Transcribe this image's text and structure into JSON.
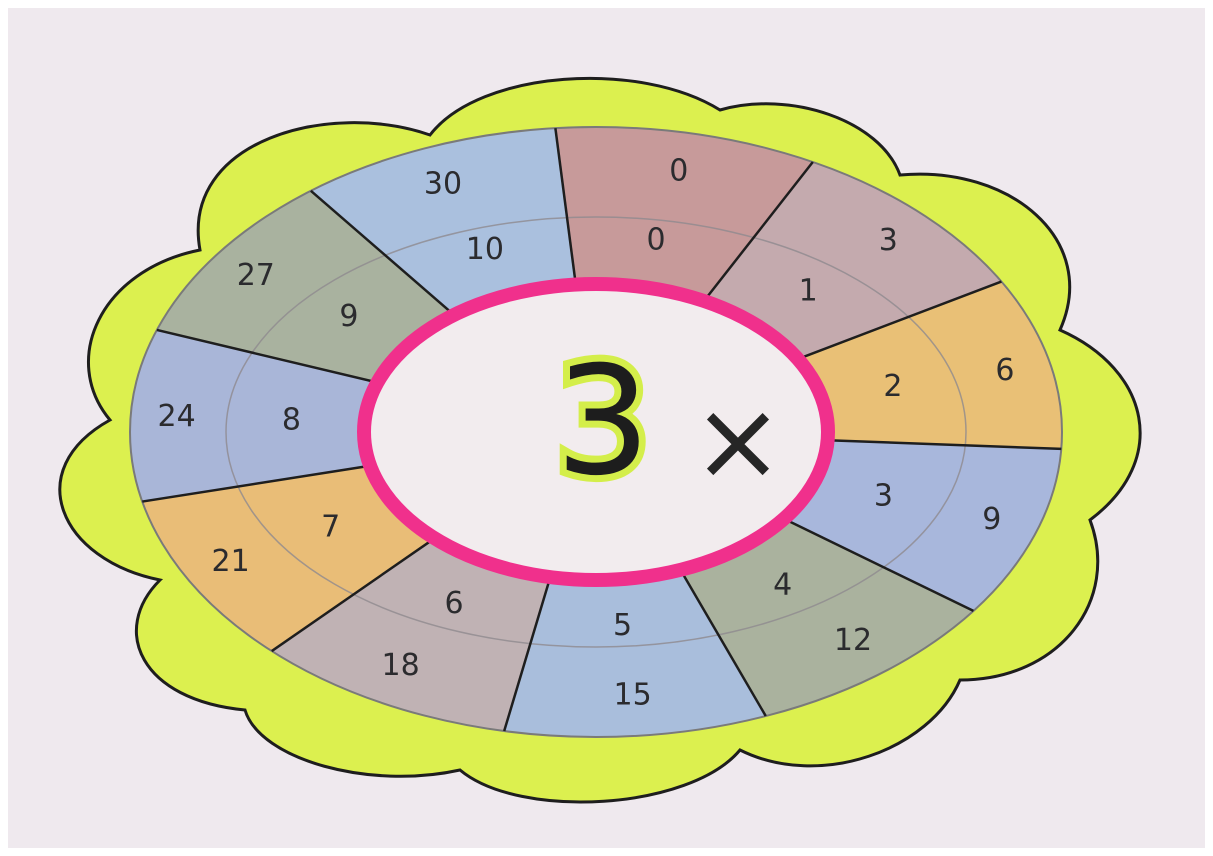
{
  "colors": {
    "paper": "#efe9ee",
    "petal": "#dcf04f",
    "center_ring": "#f0308c",
    "center_fill": "#f2ecee",
    "ink": "#262626"
  },
  "center": {
    "factor": "3",
    "operator": "×"
  },
  "segments": [
    {
      "multiplier": "0",
      "product": "0",
      "color": "#c79a9a"
    },
    {
      "multiplier": "1",
      "product": "3",
      "color": "#c4aaae"
    },
    {
      "multiplier": "2",
      "product": "6",
      "color": "#e9c076"
    },
    {
      "multiplier": "3",
      "product": "9",
      "color": "#a8b7dc"
    },
    {
      "multiplier": "4",
      "product": "12",
      "color": "#aab29e"
    },
    {
      "multiplier": "5",
      "product": "15",
      "color": "#a9bedc"
    },
    {
      "multiplier": "6",
      "product": "18",
      "color": "#c0b2b4"
    },
    {
      "multiplier": "7",
      "product": "21",
      "color": "#e9bd77"
    },
    {
      "multiplier": "8",
      "product": "24",
      "color": "#a9b6d8"
    },
    {
      "multiplier": "9",
      "product": "27",
      "color": "#a9b29f"
    },
    {
      "multiplier": "10",
      "product": "30",
      "color": "#aac0de"
    }
  ]
}
